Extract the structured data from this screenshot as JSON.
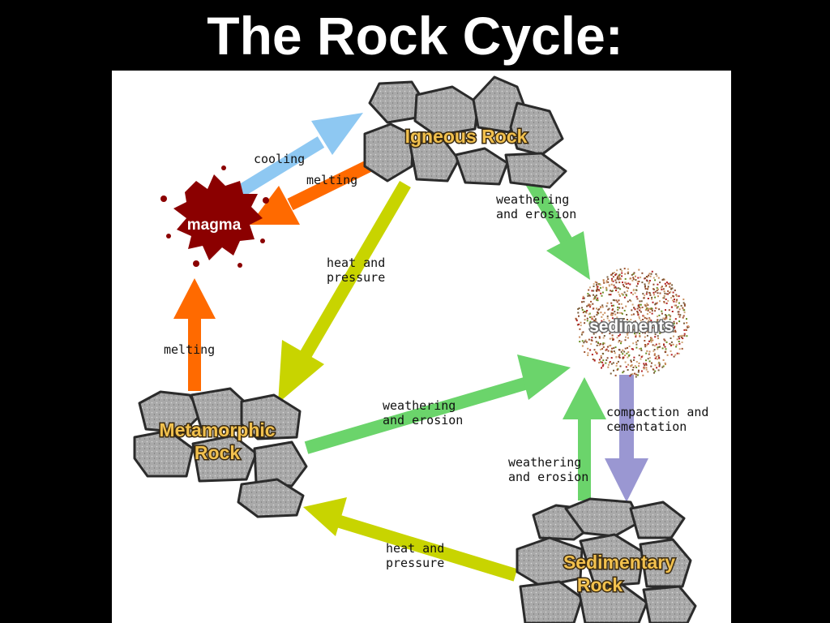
{
  "title": "The Rock Cycle:",
  "colors": {
    "cooling": "#8ec8f2",
    "melting": "#ff6a00",
    "heat_pressure": "#c8d400",
    "weathering": "#6bd46b",
    "compaction": "#9a97d2",
    "magma": "#8b0000",
    "rock": "#a5a5a5"
  },
  "nodes": {
    "igneous": "Igneous Rock",
    "magma": "magma",
    "sediments": "sediments",
    "metamorphic": [
      "Metamorphic",
      "Rock"
    ],
    "sedimentary": [
      "Sedimentary",
      "Rock"
    ]
  },
  "processes": {
    "cooling": "cooling",
    "melting_igneous": "melting",
    "melting_metamorphic": "melting",
    "weathering_igneous": [
      "weathering",
      "and erosion"
    ],
    "heat_pressure_igneous": [
      "heat and",
      "pressure"
    ],
    "weathering_metamorphic": [
      "weathering",
      "and erosion"
    ],
    "compaction": [
      "compaction and",
      "cementation"
    ],
    "weathering_sedimentary": [
      "weathering",
      "and erosion"
    ],
    "heat_pressure_sedimentary": [
      "heat and",
      "pressure"
    ]
  }
}
